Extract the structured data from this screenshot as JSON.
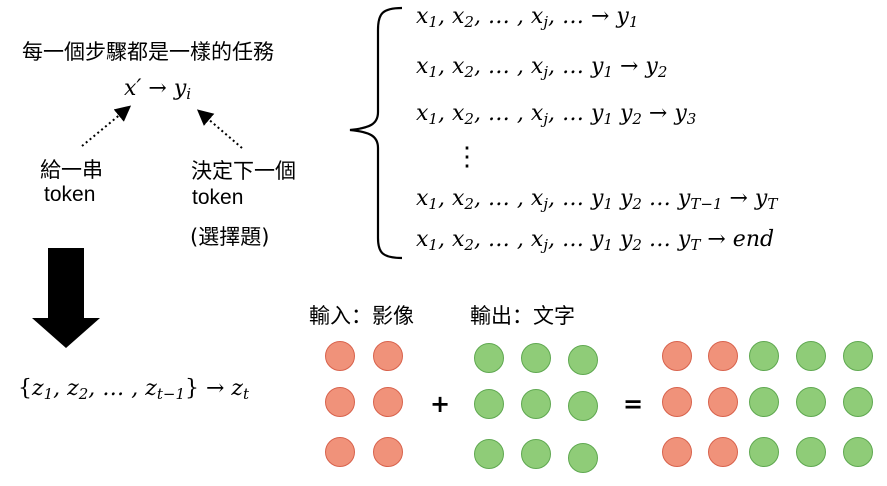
{
  "top_left": {
    "caption": "每一個步驟都是一樣的任務",
    "formula": {
      "x": "x′",
      "arrow": "→",
      "y": "y",
      "y_sub": "i"
    },
    "left_label_line1": "給一串",
    "left_label_line2": "token",
    "right_label_line1": "決定下一個",
    "right_label_line2": "token",
    "right_label_line3": "(選擇題)"
  },
  "steps": {
    "r1": {
      "prefix": "x",
      "s1": "1",
      "s2": "2",
      "sj": "j",
      "ys": [],
      "target": "y",
      "target_sub": "1"
    },
    "r2": {
      "prefix": "x",
      "s1": "1",
      "s2": "2",
      "sj": "j",
      "ys": [
        "y1"
      ],
      "target": "y",
      "target_sub": "2"
    },
    "r3": {
      "prefix": "x",
      "s1": "1",
      "s2": "2",
      "sj": "j",
      "ys": [
        "y1",
        "y2"
      ],
      "target": "y",
      "target_sub": "3"
    },
    "vdots": "⋮",
    "r4": {
      "prefix": "x",
      "s1": "1",
      "s2": "2",
      "sj": "j",
      "ys": [
        "y1",
        "y2",
        "…",
        "yT−1"
      ],
      "target": "y",
      "target_sub": "T"
    },
    "r5": {
      "prefix": "x",
      "s1": "1",
      "s2": "2",
      "sj": "j",
      "ys": [
        "y1",
        "y2",
        "…",
        "yT"
      ],
      "target": "end",
      "target_sub": ""
    }
  },
  "bottom_formula": {
    "open": "{",
    "z": "z",
    "sub1": "1",
    "sub2": "2",
    "subt": "t−1",
    "close": "}",
    "arrow": "→",
    "target_sub": "t"
  },
  "input_label": "輸入：影像",
  "output_label": "輸出：文字",
  "plus": "+",
  "equals": "=",
  "colors": {
    "red_dot": "#f0927a",
    "green_dot": "#8fcc78",
    "arrow": "#000000"
  }
}
